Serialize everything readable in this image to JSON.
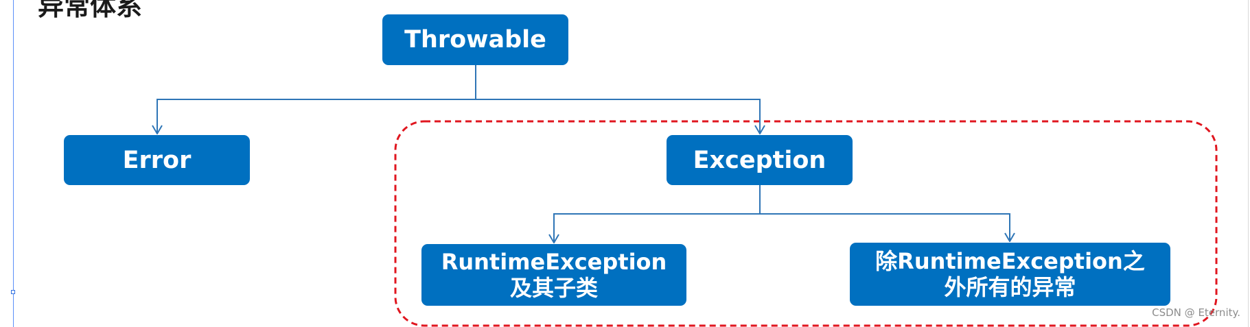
{
  "heading": "异常体系",
  "diagram": {
    "nodes": {
      "throwable": "Throwable",
      "error": "Error",
      "exception": "Exception",
      "runtime": [
        "RuntimeException",
        "及其子类"
      ],
      "checked": [
        "除RuntimeException之",
        "外所有的异常"
      ]
    },
    "edges": [
      [
        "Throwable",
        "Error"
      ],
      [
        "Throwable",
        "Exception"
      ],
      [
        "Exception",
        "RuntimeException及其子类"
      ],
      [
        "Exception",
        "除RuntimeException之外所有的异常"
      ]
    ]
  },
  "colors": {
    "node_fill": "#0070c0",
    "node_text": "#ffffff",
    "connector": "#2e75b6",
    "highlight_border": "#e0161f"
  },
  "watermark": "CSDN @ Eternity."
}
